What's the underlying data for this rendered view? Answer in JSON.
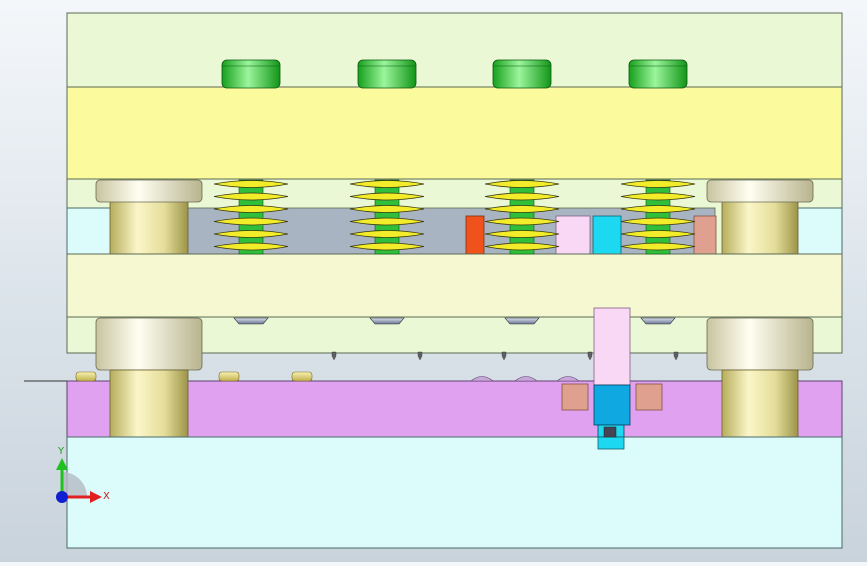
{
  "viewport": {
    "background_top": "#f4f7fa",
    "background_bottom": "#c9d3dc"
  },
  "colors": {
    "upper_die_plate": "#eaf8d6",
    "yellow_plate": "#fbfb9e",
    "stripper_plate": "#f6f8d2",
    "cyan_plate": "#dcfbfb",
    "die_plate": "#e0a2f0",
    "base_plate": "#dcfbfb",
    "spring": "#f2ec2a",
    "spring_core": "#2fbf3a",
    "bolt_head": "#22c52a",
    "guide_bushing": "#f4f2d0",
    "guide_post": "#e4dd9a",
    "insert_orange": "#f0521c",
    "insert_cyan": "#1cd8f0",
    "insert_pink": "#f8d8f4",
    "insert_salmon": "#e0a090",
    "punch_blue": "#10a8e0"
  },
  "assembly": {
    "spring_count": 4,
    "guide_post_count": 2
  },
  "triad": {
    "x_label": "X",
    "y_label": "Y"
  }
}
